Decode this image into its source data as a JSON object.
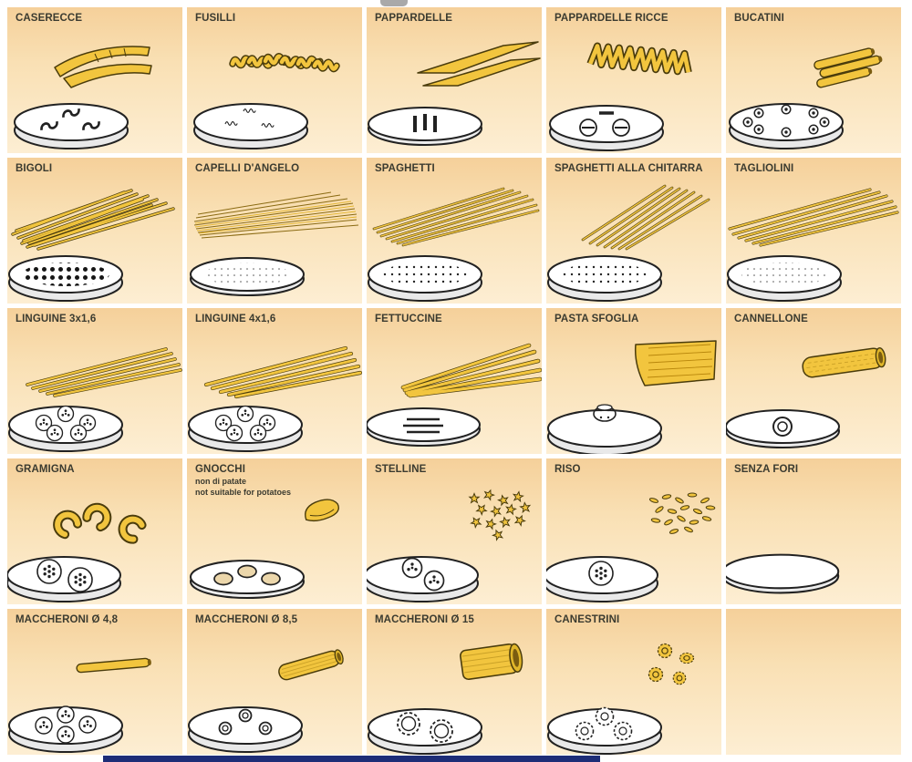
{
  "colors": {
    "cell_gradient_top": "#f5d09a",
    "cell_gradient_bottom": "#fdeed3",
    "pasta_yellow": "#f2c53e",
    "pasta_outline": "#4a3c0c",
    "die_white": "#ffffff",
    "line_dark": "#222222",
    "footer_bar_blue": "#1d2d77"
  },
  "cells": [
    {
      "label": "CASERECCE"
    },
    {
      "label": "FUSILLI"
    },
    {
      "label": "PAPPARDELLE"
    },
    {
      "label": "PAPPARDELLE RICCE"
    },
    {
      "label": "BUCATINI"
    },
    {
      "label": "BIGOLI"
    },
    {
      "label": "CAPELLI D'ANGELO"
    },
    {
      "label": "SPAGHETTI"
    },
    {
      "label": "SPAGHETTI ALLA CHITARRA"
    },
    {
      "label": "TAGLIOLINI"
    },
    {
      "label": "LINGUINE 3x1,6"
    },
    {
      "label": "LINGUINE 4x1,6"
    },
    {
      "label": "FETTUCCINE"
    },
    {
      "label": "PASTA SFOGLIA"
    },
    {
      "label": "CANNELLONE"
    },
    {
      "label": "GRAMIGNA"
    },
    {
      "label": "GNOCCHI",
      "note_it": "non di patate",
      "note_en": "not suitable for potatoes"
    },
    {
      "label": "STELLINE"
    },
    {
      "label": "RISO"
    },
    {
      "label": "SENZA FORI"
    },
    {
      "label": "MACCHERONI Ø 4,8"
    },
    {
      "label": "MACCHERONI Ø 8,5"
    },
    {
      "label": "MACCHERONI Ø 15"
    },
    {
      "label": "CANESTRINI"
    },
    {
      "label": ""
    }
  ]
}
